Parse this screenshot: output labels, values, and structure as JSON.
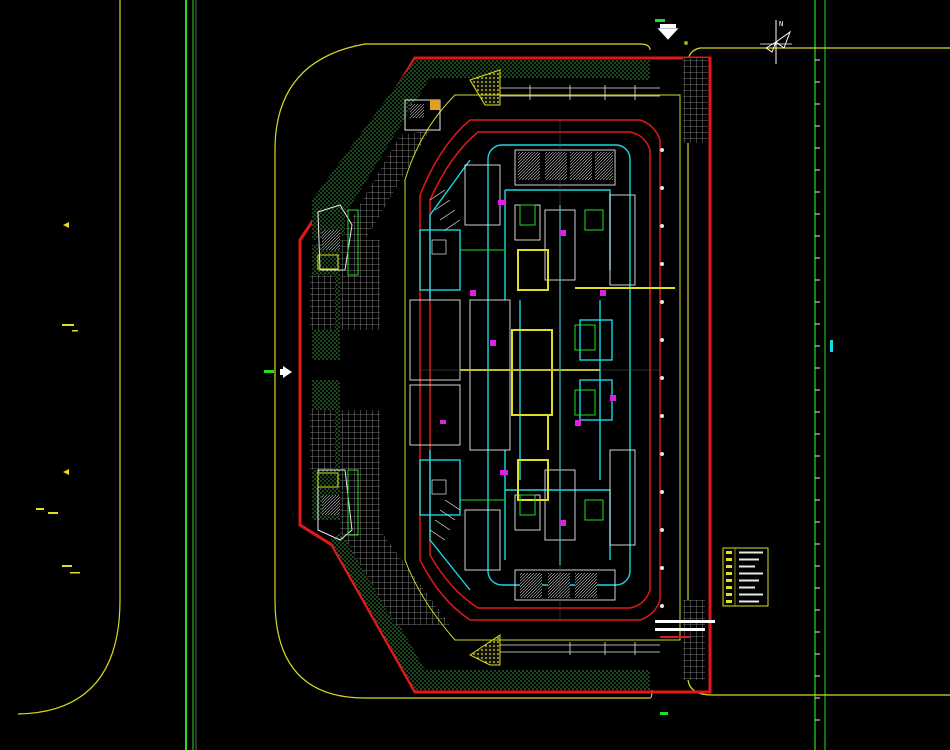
{
  "app": {
    "kind": "cad-site-plan"
  },
  "colors": {
    "background": "#000000",
    "boundary_red": "#e01818",
    "road_yellow": "#d8d820",
    "road_green": "#20e020",
    "corridor_cyan": "#18d8e0",
    "wall_white": "#e8e8e8",
    "hatch_gray": "#9a9a9a",
    "landscape_green": "#2e8a2e",
    "magenta": "#e020e0"
  },
  "compass": {
    "label": "N",
    "icon": "north-arrow-icon"
  },
  "entrance_markers": [
    {
      "name": "entrance-arrow-top",
      "icon": "down-arrow-icon"
    },
    {
      "name": "entrance-arrow-west",
      "icon": "right-arrow-icon"
    }
  ],
  "legend": {
    "rows": 8
  }
}
